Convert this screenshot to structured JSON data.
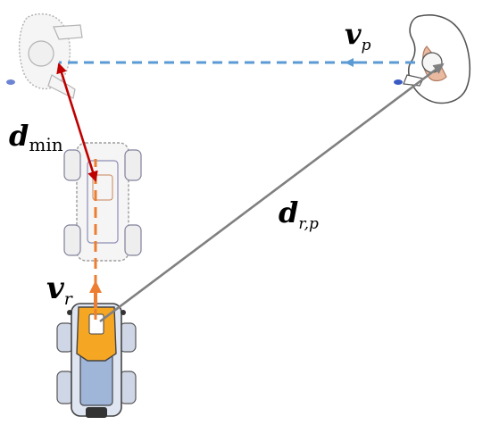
{
  "labels": {
    "d_min": {
      "main": "d",
      "sub": "min"
    },
    "v_p": {
      "main": "v",
      "sub": "p"
    },
    "d_rp": {
      "main": "d",
      "sub": "r,p"
    },
    "v_r": {
      "main": "v",
      "sub": "r"
    }
  },
  "colors": {
    "person_path": "#5b9bd5",
    "robot_path": "#ed7d31",
    "min_distance": "#c00000",
    "relative_distance": "#808080",
    "robot_body": "#f5a623",
    "robot_panel": "#9fb6d9"
  },
  "icons": [
    "person-top-icon",
    "robot-dog-icon",
    "ghost-robot-icon",
    "ghost-person-icon"
  ]
}
